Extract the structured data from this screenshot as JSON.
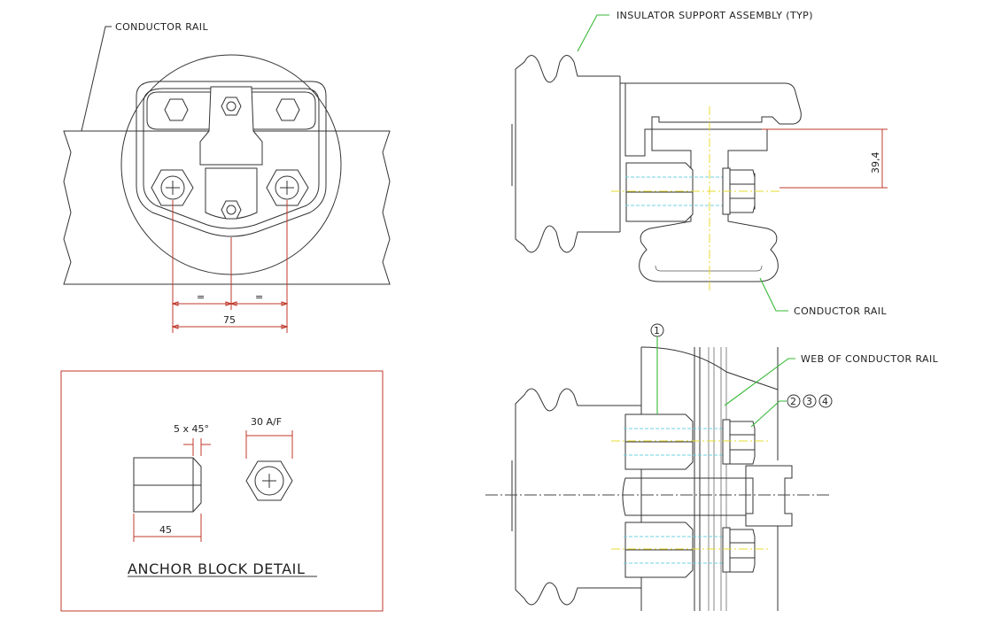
{
  "labels": {
    "conductor_rail_top_left": "CONDUCTOR RAIL",
    "insulator_support": "INSULATOR SUPPORT ASSEMBLY (TYP)",
    "conductor_rail_right": "CONDUCTOR RAIL",
    "web_of_conductor_rail": "WEB OF CONDUCTOR RAIL",
    "anchor_block_detail": "ANCHOR BLOCK DETAIL"
  },
  "dimensions": {
    "spacing_total": "75",
    "equal_left": "=",
    "equal_right": "=",
    "height_offset": "39,4",
    "chamfer": "5 x 45°",
    "across_flats": "30 A/F",
    "block_length": "45"
  },
  "balloons": {
    "item_1": "1",
    "item_2": "2",
    "item_3": "3",
    "item_4": "4"
  },
  "colors": {
    "outline": "#333333",
    "dimension": "#c0392b",
    "leader": "#36b936",
    "hidden": "#6fd0e0",
    "centerline": "#e8d830"
  }
}
